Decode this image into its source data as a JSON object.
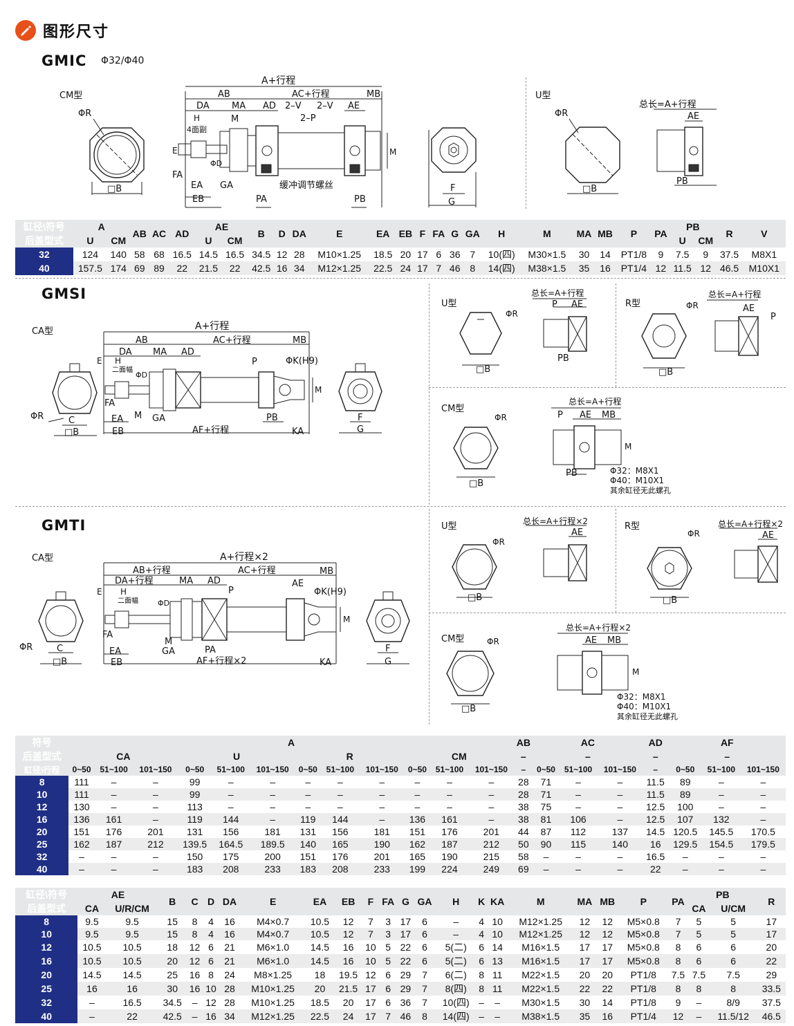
{
  "header": {
    "title": "图形尺寸"
  },
  "gmic": {
    "name": "GMIC",
    "bore": "Φ32/Φ40",
    "type_cm": "CM型",
    "type_u": "U型",
    "dims": {
      "a": "A+行程",
      "ab": "AB",
      "ac": "AC+行程",
      "mb": "MB",
      "da": "DA",
      "ma": "MA",
      "ad": "AD",
      "v1": "2–V",
      "v2": "2–V",
      "ae": "AE",
      "h": "H",
      "faces": "4面副",
      "p": "2–P",
      "e": "E",
      "d": "ΦD",
      "m": "M",
      "fa": "FA",
      "ea": "EA",
      "ga": "GA",
      "eb": "EB",
      "pa": "PA",
      "pb": "PB",
      "adj": "缓冲调节螺丝",
      "r": "ΦR",
      "b": "□B",
      "f": "F",
      "g": "G",
      "total": "总长=A+行程",
      "ae2": "AE",
      "pb2": "PB",
      "r2": "ΦR",
      "b2": "□B"
    }
  },
  "gmsi": {
    "name": "GMSI",
    "type_ca": "CA型",
    "type_u": "U型",
    "type_r": "R型",
    "type_cm": "CM型",
    "dims": {
      "a": "A+行程",
      "ab": "AB",
      "ac": "AC+行程",
      "mb": "MB",
      "da": "DA",
      "ma": "MA",
      "ad": "AD",
      "p": "P",
      "k": "ΦK(H9)",
      "e": "E",
      "h": "H",
      "faces": "二面幅",
      "d": "ΦD",
      "m": "M",
      "fa": "FA",
      "ea": "EA",
      "ga": "GA",
      "eb": "EB",
      "af": "AF+行程",
      "pb": "PB",
      "ka": "KA",
      "r": "ΦR",
      "c": "C",
      "b": "□B",
      "f": "F",
      "g": "G",
      "u_total": "总长=A+行程",
      "u_p": "P",
      "u_ae": "AE",
      "u_pb": "PB",
      "u_r": "ΦR",
      "u_b": "□B",
      "r_total": "总长=A+行程",
      "r_ae": "AE",
      "r_p": "P",
      "r_r": "ΦR",
      "r_b": "□B",
      "cm_total": "总长=A+行程",
      "cm_p": "P",
      "cm_ae": "AE",
      "cm_mb": "MB",
      "cm_m": "M",
      "cm_pb": "PB",
      "cm_r": "ΦR",
      "cm_b": "□B",
      "cm_n1": "Φ32：M8X1",
      "cm_n2": "Φ40：M10X1",
      "cm_n3": "其余缸径无此螺孔"
    }
  },
  "gmti": {
    "name": "GMTI",
    "type_ca": "CA型",
    "type_u": "U型",
    "type_r": "R型",
    "type_cm": "CM型",
    "dims": {
      "a": "A+行程×2",
      "ab": "AB+行程",
      "ac": "AC+行程",
      "mb": "MB",
      "da": "DA+行程",
      "ma": "MA",
      "ad": "AD",
      "p": "P",
      "k": "ΦK(H9)",
      "ae": "AE",
      "e": "E",
      "h": "H",
      "faces": "二面幅",
      "d": "ΦD",
      "m": "M",
      "fa": "FA",
      "ea": "EA",
      "ga": "GA",
      "pa": "PA",
      "eb": "EB",
      "af": "AF+行程×2",
      "ka": "KA",
      "r": "ΦR",
      "c": "C",
      "b": "□B",
      "f": "F",
      "g": "G",
      "u_total": "总长=A+行程×2",
      "u_ae": "AE",
      "u_r": "ΦR",
      "u_b": "□B",
      "r_total": "总长=A+行程×2",
      "r_ae": "AE",
      "r_r": "ΦR",
      "r_b": "□B",
      "cm_total": "总长=A+行程×2",
      "cm_ae": "AE",
      "cm_mb": "MB",
      "cm_m": "M",
      "cm_r": "ΦR",
      "cm_b": "□B",
      "cm_n1": "Φ32：M8X1",
      "cm_n2": "Φ40：M10X1",
      "cm_n3": "其余缸径无此螺孔"
    }
  },
  "table1": {
    "corner1": "缸径\\符号",
    "corner2": "后盖型式",
    "top": [
      "A",
      "AB",
      "AC",
      "AD",
      "AE",
      "B",
      "D",
      "DA",
      "E",
      "EA",
      "EB",
      "F",
      "FA",
      "G",
      "GA",
      "H",
      "M",
      "MA",
      "MB",
      "P",
      "PA",
      "PB",
      "R",
      "V"
    ],
    "sub": [
      "U",
      "CM",
      "U",
      "CM",
      "U",
      "CM"
    ],
    "rows": [
      [
        "32",
        "124",
        "140",
        "58",
        "68",
        "16.5",
        "14.5",
        "16.5",
        "34.5",
        "12",
        "28",
        "M10×1.25",
        "18.5",
        "20",
        "17",
        "6",
        "36",
        "7",
        "10(四)",
        "M30×1.5",
        "30",
        "14",
        "PT1/8",
        "9",
        "7.5",
        "9",
        "37.5",
        "M8X1"
      ],
      [
        "40",
        "157.5",
        "174",
        "69",
        "89",
        "22",
        "21.5",
        "22",
        "42.5",
        "16",
        "34",
        "M12×1.25",
        "22.5",
        "24",
        "17",
        "7",
        "46",
        "8",
        "14(四)",
        "M38×1.5",
        "35",
        "16",
        "PT1/4",
        "12",
        "11.5",
        "12",
        "46.5",
        "M10X1"
      ]
    ]
  },
  "table2": {
    "r1": [
      "符号",
      "A",
      "AB",
      "AC",
      "AD",
      "AF"
    ],
    "r2": [
      "后盖型式",
      "CA",
      "U",
      "R",
      "CM",
      "–",
      "–",
      "–"
    ],
    "r3": [
      "缸径\\行程",
      "0~50",
      "51~100",
      "101~150",
      "0~50",
      "51~100",
      "101~150",
      "0~50",
      "51~100",
      "101~150",
      "0~50",
      "51~100",
      "101~150",
      "–",
      "0~50",
      "51~100",
      "101~150",
      "–",
      "0~50",
      "51~100",
      "101~150"
    ],
    "rows": [
      [
        "8",
        "111",
        "–",
        "–",
        "99",
        "–",
        "–",
        "–",
        "–",
        "–",
        "–",
        "–",
        "–",
        "28",
        "71",
        "–",
        "–",
        "11.5",
        "89",
        "–",
        "–"
      ],
      [
        "10",
        "111",
        "–",
        "–",
        "99",
        "–",
        "–",
        "–",
        "–",
        "–",
        "–",
        "–",
        "–",
        "28",
        "71",
        "–",
        "–",
        "11.5",
        "89",
        "–",
        "–"
      ],
      [
        "12",
        "130",
        "–",
        "–",
        "113",
        "–",
        "–",
        "–",
        "–",
        "–",
        "–",
        "–",
        "–",
        "38",
        "75",
        "–",
        "–",
        "12.5",
        "100",
        "–",
        "–"
      ],
      [
        "16",
        "136",
        "161",
        "–",
        "119",
        "144",
        "–",
        "119",
        "144",
        "–",
        "136",
        "161",
        "–",
        "38",
        "81",
        "106",
        "–",
        "12.5",
        "107",
        "132",
        "–"
      ],
      [
        "20",
        "151",
        "176",
        "201",
        "131",
        "156",
        "181",
        "131",
        "156",
        "181",
        "151",
        "176",
        "201",
        "44",
        "87",
        "112",
        "137",
        "14.5",
        "120.5",
        "145.5",
        "170.5"
      ],
      [
        "25",
        "162",
        "187",
        "212",
        "139.5",
        "164.5",
        "189.5",
        "140",
        "165",
        "190",
        "162",
        "187",
        "212",
        "50",
        "90",
        "115",
        "140",
        "16",
        "129.5",
        "154.5",
        "179.5"
      ],
      [
        "32",
        "–",
        "–",
        "–",
        "150",
        "175",
        "200",
        "151",
        "176",
        "201",
        "165",
        "190",
        "215",
        "58",
        "–",
        "–",
        "–",
        "16.5",
        "–",
        "–",
        "–"
      ],
      [
        "40",
        "–",
        "–",
        "–",
        "183",
        "208",
        "233",
        "183",
        "208",
        "233",
        "199",
        "224",
        "249",
        "69",
        "–",
        "–",
        "–",
        "22",
        "–",
        "–",
        "–"
      ]
    ]
  },
  "table3": {
    "corner1": "缸径\\符号",
    "corner2": "后盖型式",
    "top": [
      "AE",
      "B",
      "C",
      "D",
      "DA",
      "E",
      "EA",
      "EB",
      "F",
      "FA",
      "G",
      "GA",
      "H",
      "K",
      "KA",
      "M",
      "MA",
      "MB",
      "P",
      "PA",
      "PB",
      "R"
    ],
    "sub": [
      "CA",
      "U/R/CM",
      "CA",
      "U/CM"
    ],
    "rows": [
      [
        "8",
        "9.5",
        "9.5",
        "15",
        "8",
        "4",
        "16",
        "M4×0.7",
        "10.5",
        "12",
        "7",
        "3",
        "17",
        "6",
        "–",
        "4",
        "10",
        "M12×1.25",
        "12",
        "12",
        "M5×0.8",
        "7",
        "5",
        "5",
        "17"
      ],
      [
        "10",
        "9.5",
        "9.5",
        "15",
        "8",
        "4",
        "16",
        "M4×0.7",
        "10.5",
        "12",
        "7",
        "3",
        "17",
        "6",
        "–",
        "4",
        "10",
        "M12×1.25",
        "12",
        "12",
        "M5×0.8",
        "7",
        "5",
        "5",
        "17"
      ],
      [
        "12",
        "10.5",
        "10.5",
        "18",
        "12",
        "6",
        "21",
        "M6×1.0",
        "14.5",
        "16",
        "10",
        "5",
        "22",
        "6",
        "5(二)",
        "6",
        "14",
        "M16×1.5",
        "17",
        "17",
        "M5×0.8",
        "8",
        "6",
        "6",
        "20"
      ],
      [
        "16",
        "10.5",
        "10.5",
        "20",
        "12",
        "6",
        "21",
        "M6×1.0",
        "14.5",
        "16",
        "10",
        "5",
        "22",
        "6",
        "5(二)",
        "6",
        "13",
        "M16×1.5",
        "17",
        "17",
        "M5×0.8",
        "8",
        "6",
        "6",
        "22"
      ],
      [
        "20",
        "14.5",
        "14.5",
        "25",
        "16",
        "8",
        "24",
        "M8×1.25",
        "18",
        "19.5",
        "12",
        "6",
        "29",
        "7",
        "6(二)",
        "8",
        "11",
        "M22×1.5",
        "20",
        "20",
        "PT1/8",
        "7.5",
        "7.5",
        "7.5",
        "29"
      ],
      [
        "25",
        "16",
        "16",
        "30",
        "16",
        "10",
        "28",
        "M10×1.25",
        "20",
        "21.5",
        "17",
        "6",
        "29",
        "7",
        "8(四)",
        "8",
        "11",
        "M22×1.5",
        "22",
        "22",
        "PT1/8",
        "8",
        "8",
        "8",
        "33.5"
      ],
      [
        "32",
        "–",
        "16.5",
        "34.5",
        "–",
        "12",
        "28",
        "M10×1.25",
        "18.5",
        "20",
        "17",
        "6",
        "36",
        "7",
        "10(四)",
        "–",
        "–",
        "M30×1.5",
        "30",
        "14",
        "PT1/8",
        "9",
        "–",
        "8/9",
        "37.5"
      ],
      [
        "40",
        "–",
        "22",
        "42.5",
        "–",
        "16",
        "34",
        "M12×1.25",
        "22.5",
        "24",
        "17",
        "7",
        "46",
        "8",
        "14(四)",
        "–",
        "–",
        "M38×1.5",
        "35",
        "16",
        "PT1/4",
        "12",
        "–",
        "11.5/12",
        "46.5"
      ]
    ]
  }
}
